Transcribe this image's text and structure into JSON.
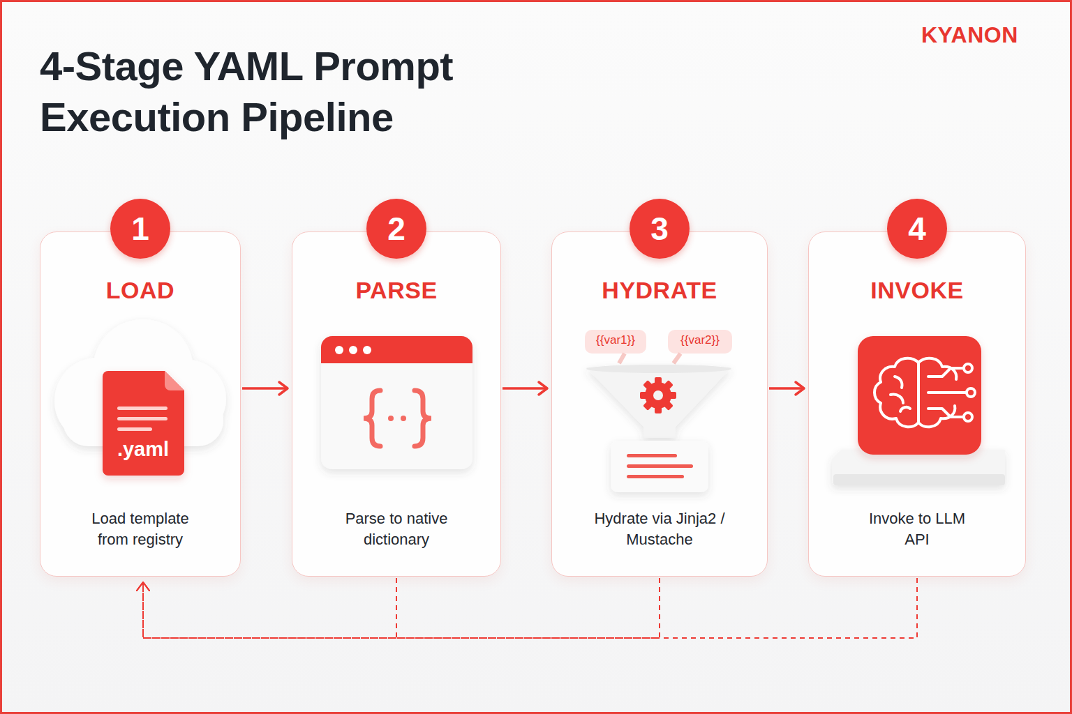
{
  "diagram": {
    "title": "4-Stage YAML Prompt Execution Pipeline",
    "nodes": [
      {
        "text": [
          "1",
          "LOAD",
          "Load template from registry"
        ]
      },
      {
        "text": [
          "2",
          "PARSE",
          "Parse to native dictionary"
        ]
      },
      {
        "text": [
          "3",
          "HYDRATE",
          "Hydrate via Jinja2 / Mustache"
        ]
      },
      {
        "text": [
          "4",
          "INVOKE",
          "Invoke to LLM API"
        ]
      }
    ],
    "edges": [
      {
        "from": 0,
        "to": 1,
        "arrow": "to"
      },
      {
        "from": 1,
        "to": 2,
        "arrow": "to"
      },
      {
        "from": 2,
        "to": 3,
        "arrow": "to"
      },
      {
        "from": 1,
        "to": 0,
        "arrow": "to"
      },
      {
        "from": 2,
        "to": 0,
        "arrow": "to"
      },
      {
        "from": 3,
        "to": 0,
        "arrow": "to"
      }
    ],
    "labels": [
      "KYANON",
      ".yaml",
      "{{var1}}",
      "{{var2}}"
    ]
  }
}
